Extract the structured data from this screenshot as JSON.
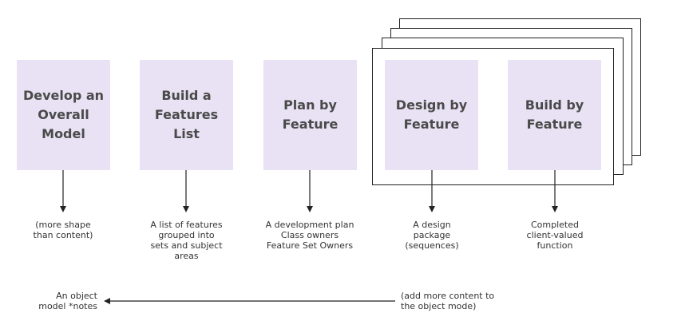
{
  "phases": [
    {
      "label": "Develop an Overall Model"
    },
    {
      "label": "Build a Features List"
    },
    {
      "label": "Plan by Feature"
    },
    {
      "label": "Design by Feature"
    },
    {
      "label": "Build by Feature"
    }
  ],
  "outputs": [
    {
      "text": "(more shape\nthan content)"
    },
    {
      "text": "A list of features\ngrouped into\nsets and subject\nareas"
    },
    {
      "text": "A development plan\nClass owners\nFeature Set Owners"
    },
    {
      "text": "A design\npackage\n(sequences)"
    },
    {
      "text": "Completed\nclient-valued\nfunction"
    }
  ],
  "feedback": {
    "from_text": "(add more content to\nthe object mode)",
    "to_text": "An object\nmodel *notes"
  },
  "colors": {
    "box_fill": "#e8e2f4",
    "label_text": "#4a4a4a",
    "line": "#222222"
  }
}
